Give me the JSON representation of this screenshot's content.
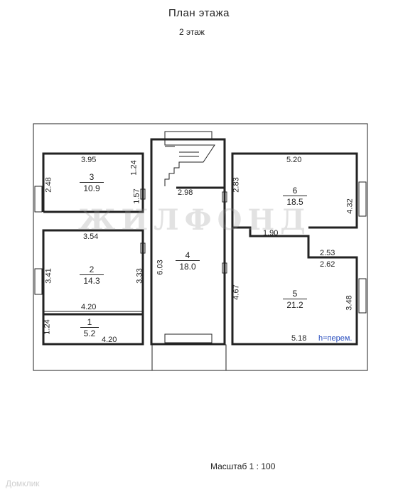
{
  "title": "План  этажа",
  "subtitle": "2 этаж",
  "scale": "Масштаб 1 : 100",
  "watermark": "ЖИЛФОНД",
  "footer_logo": "Домклик",
  "note": "h=перем.",
  "colors": {
    "lines": "#222222",
    "note": "#2a4fbf",
    "watermark": "#969696"
  },
  "rooms": [
    {
      "num": "1",
      "area": "5.2"
    },
    {
      "num": "2",
      "area": "14.3"
    },
    {
      "num": "3",
      "area": "10.9"
    },
    {
      "num": "4",
      "area": "18.0"
    },
    {
      "num": "5",
      "area": "21.2"
    },
    {
      "num": "6",
      "area": "18.5"
    }
  ],
  "dims": {
    "r3_width": "3.95",
    "r3_left": "2.48",
    "r3_right": "1.24",
    "r3_right2": "1.57",
    "r2_width": "3.54",
    "r2_left": "3.41",
    "r2_right": "3.33",
    "r2_bottom": "4.20",
    "r1_left": "1.24",
    "r1_bottom": "4.20",
    "r4_top": "2.98",
    "r4_left": "6.03",
    "r4_right": "2.83",
    "r4_right2": "4.67",
    "r6_width": "5.20",
    "r6_right": "4.32",
    "r6_inner": "1.90",
    "r5_a": "2.53",
    "r5_b": "2.62",
    "r5_right": "3.48",
    "r5_bottom": "5.18"
  }
}
